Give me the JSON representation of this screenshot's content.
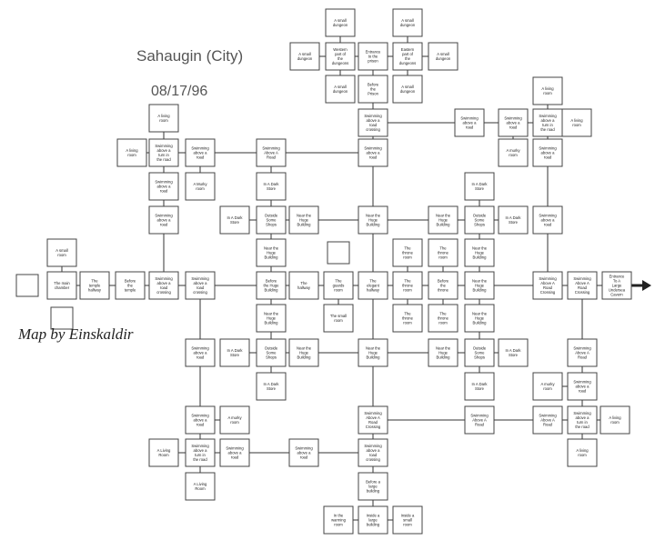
{
  "header": {
    "title": "Sahaugin (City)",
    "date": "08/17/96",
    "credit": "Map by Einskaldir"
  },
  "colors": {
    "box_border": "#444444",
    "line": "#333333",
    "text": "#222222"
  },
  "rooms": {
    "small_dungeon_n1": "A small dungeon",
    "small_dungeon_n2": "A small dungeon",
    "small_dungeon_w": "A small dungeon",
    "western_dungeons": "Western part of the dungeons",
    "entrance_prison": "Entrance to the prison",
    "eastern_dungeons": "Eastern part of the dungeons",
    "small_dungeon_e": "A small dungeon",
    "small_dungeon_s": "A small dungeon",
    "before_prison": "Before the Prison",
    "small_dungeon_s2": "A small dungeon",
    "living_room_top": "A living room",
    "swim_above_road_crossing_top": "Swimming above a road crossing",
    "swim_above_road_top": "Swimming above a road",
    "swim_above_road_ne1": "Swimming above a road",
    "living_room_ne1": "A living room",
    "swim_turn_ne": "Swimming above a turn in the road",
    "living_room_ne2": "A living room",
    "living_room_w": "A living room",
    "swim_turn_w": "Swimming above a turn in the road",
    "swim_road_w": "Swimming above a road",
    "swim_above_road_r1": "Swimming Above A Road",
    "swim_road_mid_top": "Swimming above a road",
    "murky_room_ne": "A murky room",
    "swim_road_ne2": "Swimming above a road",
    "swim_road_w2": "Swimming above a road",
    "murky_room_w": "A Murky room",
    "in_dark_store_1": "In A Dark Store",
    "in_dark_store_2": "In A Dark Store",
    "outside_some_shops_1": "Outside Some Shops",
    "near_huge_building_1": "Near the Huge Building",
    "near_huge_building_2": "Near the Huge Building",
    "near_huge_building_3": "Near the Huge Building",
    "in_dark_store_3": "In A Dark Store",
    "outside_some_shops_2": "Outside Some Shops",
    "in_dark_store_4": "In A Dark Store",
    "swim_road_e3": "Swimming above a road",
    "swim_road_w3": "Swimming above a road",
    "small_room": "A small room",
    "throne_room_1": "The throne room",
    "throne_room_2": "The throne room",
    "near_huge_building_4": "Near the Huge Building",
    "near_huge_building_5": "Near the Huge Building",
    "main_chamber": "The main chamber",
    "temple_hallway": "The temple hallway",
    "before_temple": "Before the temple",
    "swim_crossing_w": "Swimming above a road crossing",
    "swim_crossing_w2": "Swimming above a road crossing",
    "before_huge_building_1": "Before the Huge Building",
    "hallway": "The hallway",
    "guards_room": "The guards room",
    "elegant_hallway": "The elegant hallway",
    "throne_room_3": "The throne room",
    "before_throne": "Before the throne",
    "near_huge_building_6": "Near the Huge Building",
    "swim_crossing_e": "Swimming Above A Road Crossing",
    "swim_crossing_e2": "Swimming Above A Road Crossing",
    "entrance_cavern": "Entrance To A Large Undersea Cavern",
    "near_huge_building_7": "Near the Huge Building",
    "small_room_2": "The small room",
    "throne_room_4": "The throne room",
    "throne_room_5": "The throne room",
    "near_huge_building_8": "Near the Huge Building",
    "swim_road_w4": "Swimming above a road",
    "in_dark_store_5": "In A Dark Store",
    "outside_some_shops_3": "Outside Some Shops",
    "near_huge_building_9": "Near the Huge Building",
    "near_huge_building_10": "Near the Huge Building",
    "near_huge_building_11": "Near the Huge Building",
    "outside_some_shops_4": "Outside Some Shops",
    "in_dark_store_6": "In A Dark Store",
    "in_dark_store_7": "In A Dark Store",
    "in_dark_store_8": "In A Dark Store",
    "swim_road_e4": "Swimming Above A Road",
    "murky_room_e": "A murky room",
    "swim_road_e5": "Swimming above a road",
    "swim_road_w5": "Swimming above a road",
    "murky_room_w2": "A murky room",
    "swim_crossing_s": "Swimming Above A Road Crossing",
    "swim_road_s1": "Swimming Above A Road",
    "swim_road_s2": "Swimming Above A Road",
    "swim_turn_e2": "Swimming above a turn in the road",
    "living_room_e3": "A living room",
    "living_room_sw": "A Living Room",
    "swim_turn_sw": "Swimming above a turn in the road",
    "swim_road_sw2": "Swimming above a road",
    "swim_road_s3": "Swimming above a road",
    "swim_crossing_s2": "Swimming above a road crossing",
    "living_room_sw2": "A Living Room",
    "living_room_e4": "A living room",
    "before_large_building": "Before a large building",
    "in_the_warming_room": "In the warming room",
    "inside_large_building": "Inside a large building",
    "inside_small_room": "Inside a small room"
  },
  "blank_rooms": 4
}
